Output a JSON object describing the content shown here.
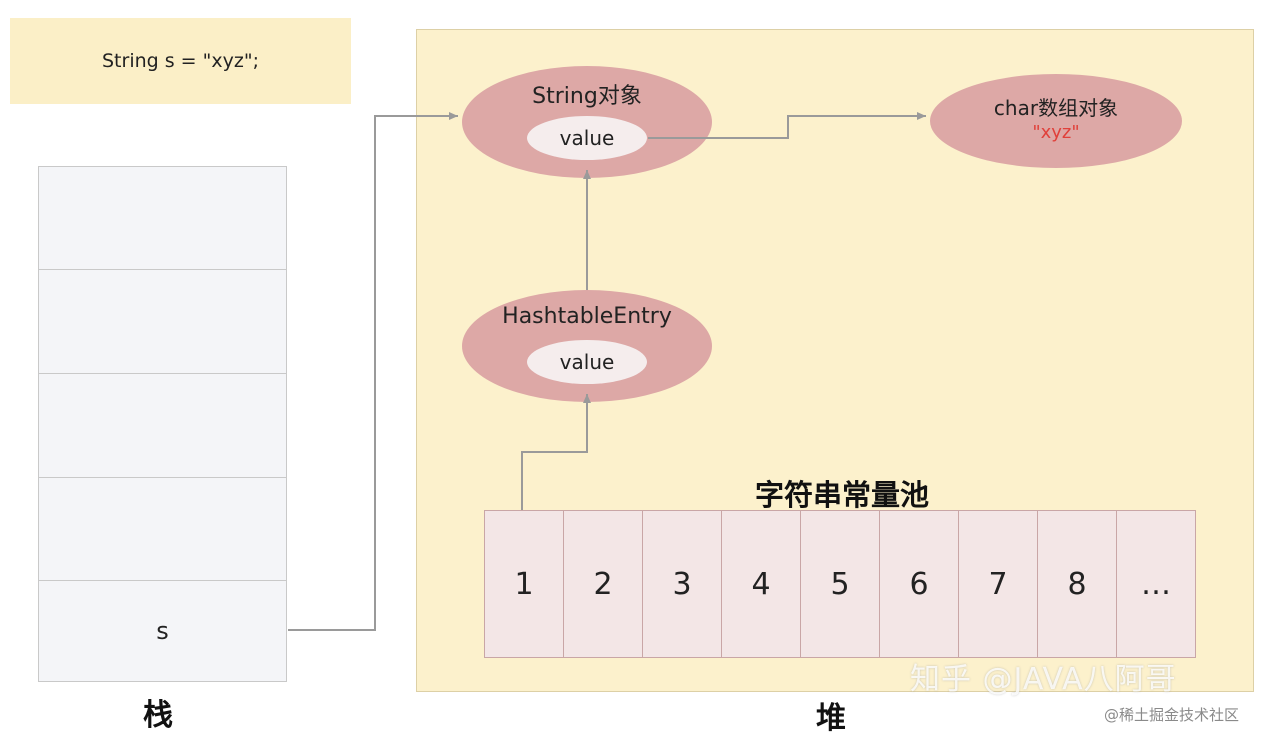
{
  "code": "String s = \"xyz\";",
  "stack": {
    "label": "栈",
    "var_name": "s"
  },
  "heap": {
    "label": "堆",
    "string_object": {
      "title": "String对象",
      "field": "value"
    },
    "char_array": {
      "title": "char数组对象",
      "value": "\"xyz\""
    },
    "hashtable_entry": {
      "title": "HashtableEntry",
      "field": "value"
    },
    "pool": {
      "title": "字符串常量池",
      "cells": [
        "1",
        "2",
        "3",
        "4",
        "5",
        "6",
        "7",
        "8",
        "…"
      ]
    }
  },
  "watermark": "知乎 @JAVA八阿哥",
  "credit": "@稀土掘金技术社区",
  "colors": {
    "heap_bg": "#fcf1cc",
    "object": "#dda8a6",
    "highlight": "#e0403a"
  }
}
